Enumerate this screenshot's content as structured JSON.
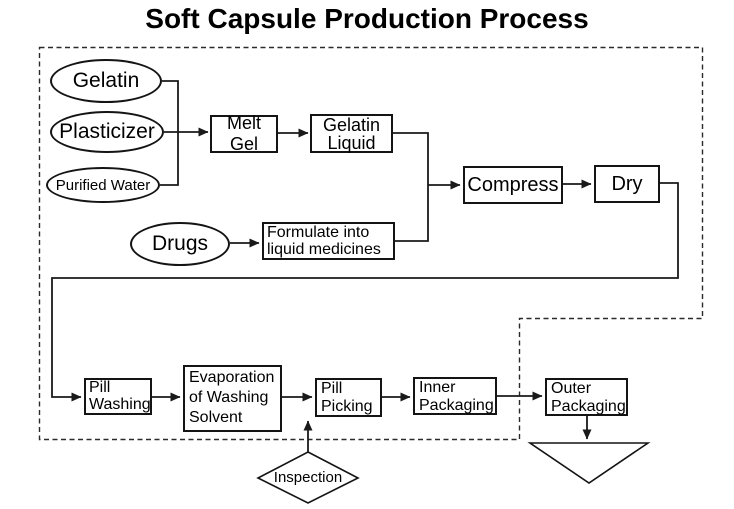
{
  "title": "Soft Capsule Production Process",
  "diagram": {
    "nodes": {
      "gelatin": {
        "label": "Gelatin",
        "shape": "ellipse"
      },
      "plasticizer": {
        "label": "Plasticizer",
        "shape": "ellipse"
      },
      "purified_water": {
        "label": "Purified Water",
        "shape": "ellipse"
      },
      "drugs": {
        "label": "Drugs",
        "shape": "ellipse"
      },
      "melt_gel": {
        "label": "Melt Gel",
        "shape": "process"
      },
      "gelatin_liquid": {
        "label": "Gelatin Liquid",
        "shape": "process"
      },
      "formulate": {
        "label": "Formulate into liquid medicines",
        "shape": "process"
      },
      "compress": {
        "label": "Compress",
        "shape": "process"
      },
      "dry": {
        "label": "Dry",
        "shape": "process"
      },
      "pill_washing": {
        "label": "Pill Washing",
        "shape": "process"
      },
      "evaporation": {
        "label": "Evaporation of Washing Solvent",
        "shape": "process"
      },
      "pill_picking": {
        "label": "Pill Picking",
        "shape": "process"
      },
      "inner_packaging": {
        "label": "Inner Packaging",
        "shape": "process"
      },
      "outer_packaging": {
        "label": "Outer Packaging",
        "shape": "process"
      },
      "inspection": {
        "label": "Inspection",
        "shape": "decision"
      },
      "end_point": {
        "label": "",
        "shape": "triangle"
      }
    },
    "edges": [
      {
        "from": "gelatin",
        "to": "melt_gel"
      },
      {
        "from": "plasticizer",
        "to": "melt_gel"
      },
      {
        "from": "purified_water",
        "to": "melt_gel"
      },
      {
        "from": "melt_gel",
        "to": "gelatin_liquid"
      },
      {
        "from": "gelatin_liquid",
        "to": "compress"
      },
      {
        "from": "drugs",
        "to": "formulate"
      },
      {
        "from": "formulate",
        "to": "compress"
      },
      {
        "from": "compress",
        "to": "dry"
      },
      {
        "from": "dry",
        "to": "pill_washing"
      },
      {
        "from": "pill_washing",
        "to": "evaporation"
      },
      {
        "from": "evaporation",
        "to": "pill_picking"
      },
      {
        "from": "pill_picking",
        "to": "inner_packaging"
      },
      {
        "from": "inner_packaging",
        "to": "outer_packaging"
      },
      {
        "from": "outer_packaging",
        "to": "end_point"
      },
      {
        "from": "inspection",
        "to": "pill_picking"
      }
    ],
    "colors": {
      "line": "#1a1a1a",
      "background": "#ffffff",
      "text": "#000000"
    }
  }
}
